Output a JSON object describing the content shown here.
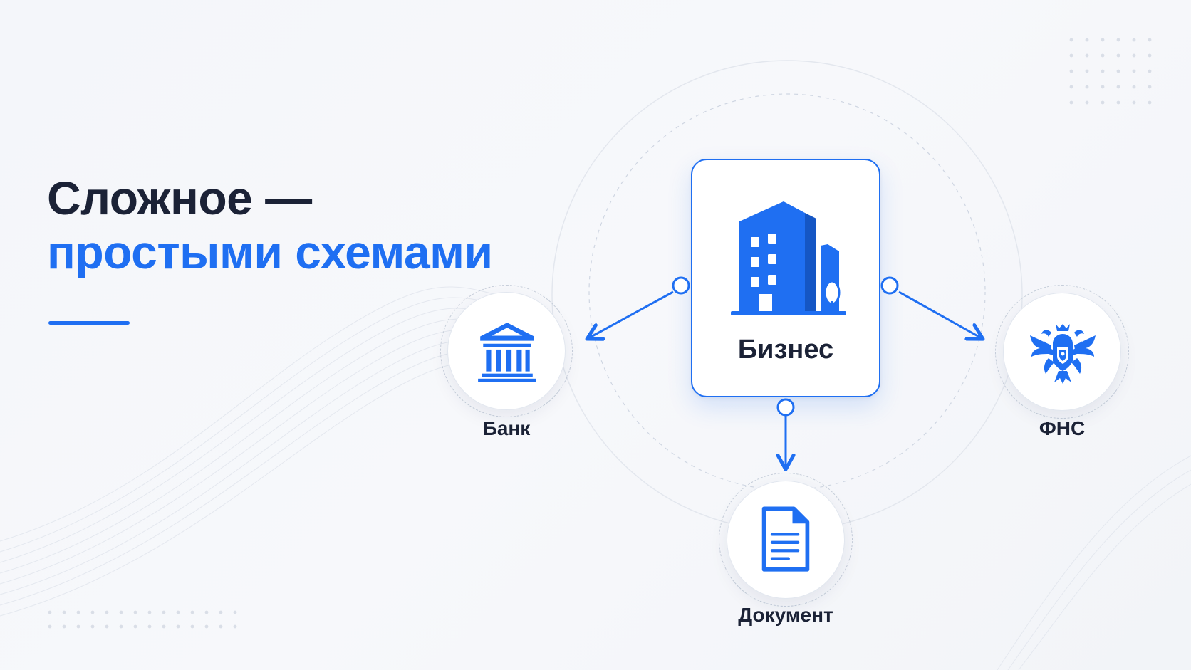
{
  "headline": {
    "line1": "Сложное —",
    "line2": "простыми схемами"
  },
  "hub": {
    "label": "Бизнес",
    "icon": "office-building-icon"
  },
  "nodes": [
    {
      "id": "bank",
      "label": "Банк",
      "icon": "bank-building-icon"
    },
    {
      "id": "document",
      "label": "Документ",
      "icon": "document-icon"
    },
    {
      "id": "fns",
      "label": "ФНС",
      "icon": "double-headed-eagle-emblem-icon"
    }
  ],
  "colors": {
    "accent": "#1f6ff2",
    "text_dark": "#1b2236",
    "background": "#f4f6fa"
  }
}
